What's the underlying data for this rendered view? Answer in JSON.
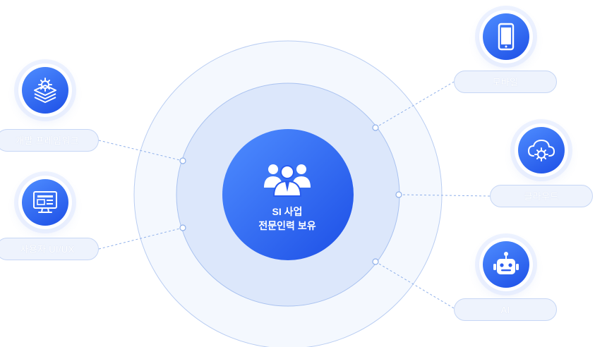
{
  "center": {
    "title_line1": "SI 사업",
    "title_line2": "전문인력 보유",
    "icon": "team-people-icon"
  },
  "nodes": [
    {
      "label": "개발 프레임워크",
      "icon": "layers-gear-icon"
    },
    {
      "label": "사용자 UI/UX",
      "icon": "monitor-layout-icon"
    },
    {
      "label": "모바일",
      "icon": "smartphone-icon"
    },
    {
      "label": "클라우드",
      "icon": "cloud-gear-icon"
    },
    {
      "label": "AI",
      "icon": "robot-icon"
    }
  ],
  "colors": {
    "accent": "#2a5cf0",
    "accent_light": "#4f8dff",
    "ring_outer": "#f3f7fe",
    "ring_mid": "#dbe6fb",
    "label_bg": "#eef3fd",
    "connector": "#8fb0ea"
  }
}
